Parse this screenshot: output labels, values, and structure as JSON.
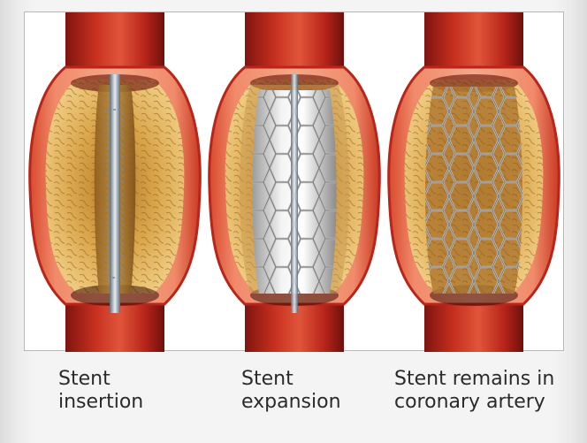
{
  "captions": [
    {
      "text": "Stent\ninsertion"
    },
    {
      "text": "Stent\nexpansion"
    },
    {
      "text": "Stent remains in\ncoronary artery"
    }
  ],
  "colors": {
    "artery_wall": "#b8251a",
    "artery_highlight": "#e0462f",
    "artery_inner": "#f08a6a",
    "plaque": "#d9a54a",
    "plaque_light": "#f0cf84",
    "stent_mesh": "#c9c9c9",
    "balloon": "#e8e8e8",
    "catheter": "#9aa6b4"
  },
  "icons": [
    "catheter-icon",
    "balloon-icon",
    "stent-mesh-icon"
  ]
}
